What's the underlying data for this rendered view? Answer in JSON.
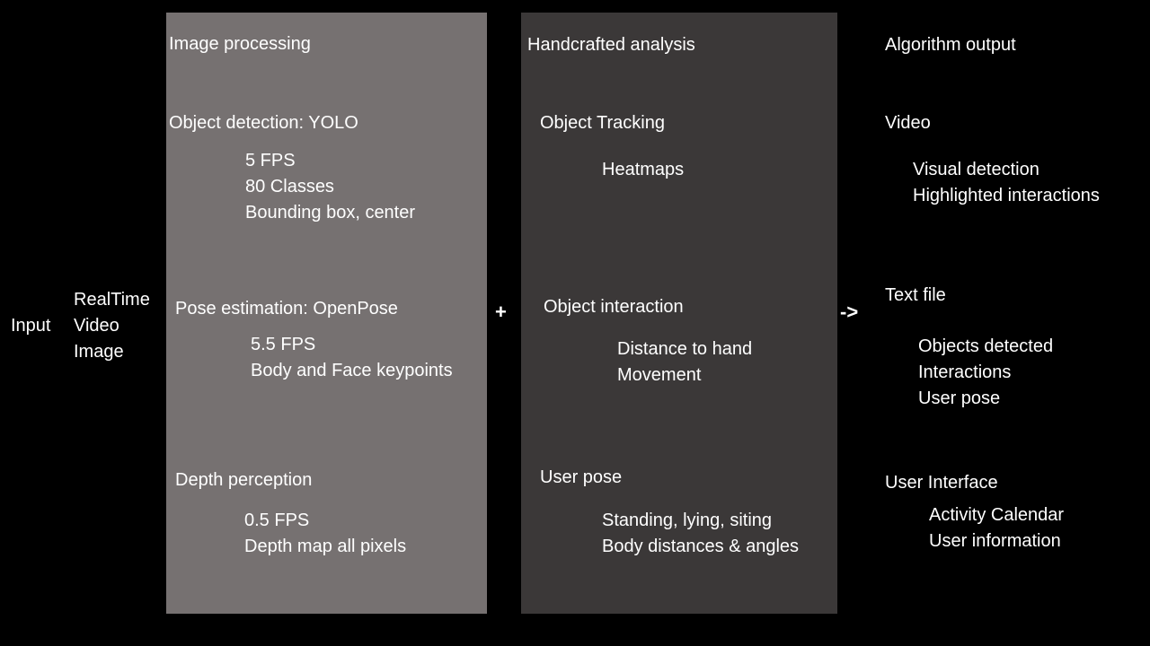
{
  "input": {
    "label": "Input",
    "sources": [
      "RealTime",
      "Video",
      "Image"
    ]
  },
  "image_processing": {
    "title": "Image processing",
    "sections": [
      {
        "heading": "Object detection: YOLO",
        "items": [
          "5 FPS",
          "80 Classes",
          "Bounding box, center"
        ]
      },
      {
        "heading": "Pose estimation: OpenPose",
        "items": [
          "5.5 FPS",
          "Body and Face keypoints"
        ]
      },
      {
        "heading": "Depth perception",
        "items": [
          "0.5 FPS",
          "Depth map all pixels"
        ]
      }
    ]
  },
  "operators": {
    "plus": "+",
    "arrow": "->"
  },
  "handcrafted_analysis": {
    "title": "Handcrafted analysis",
    "sections": [
      {
        "heading": "Object Tracking",
        "items": [
          "Heatmaps"
        ]
      },
      {
        "heading": "Object interaction",
        "items": [
          "Distance to hand",
          "Movement"
        ]
      },
      {
        "heading": "User pose",
        "items": [
          "Standing, lying, siting",
          "Body distances & angles"
        ]
      }
    ]
  },
  "algorithm_output": {
    "title": "Algorithm output",
    "sections": [
      {
        "heading": "Video",
        "items": [
          "Visual detection",
          "Highlighted interactions"
        ]
      },
      {
        "heading": "Text file",
        "items": [
          "Objects detected",
          "Interactions",
          "User pose"
        ]
      },
      {
        "heading": "User Interface",
        "items": [
          "Activity Calendar",
          "User information"
        ]
      }
    ]
  },
  "colors": {
    "background": "#000000",
    "image_processing_panel": "#767171",
    "handcrafted_panel": "#3b3838",
    "text": "#ffffff"
  }
}
